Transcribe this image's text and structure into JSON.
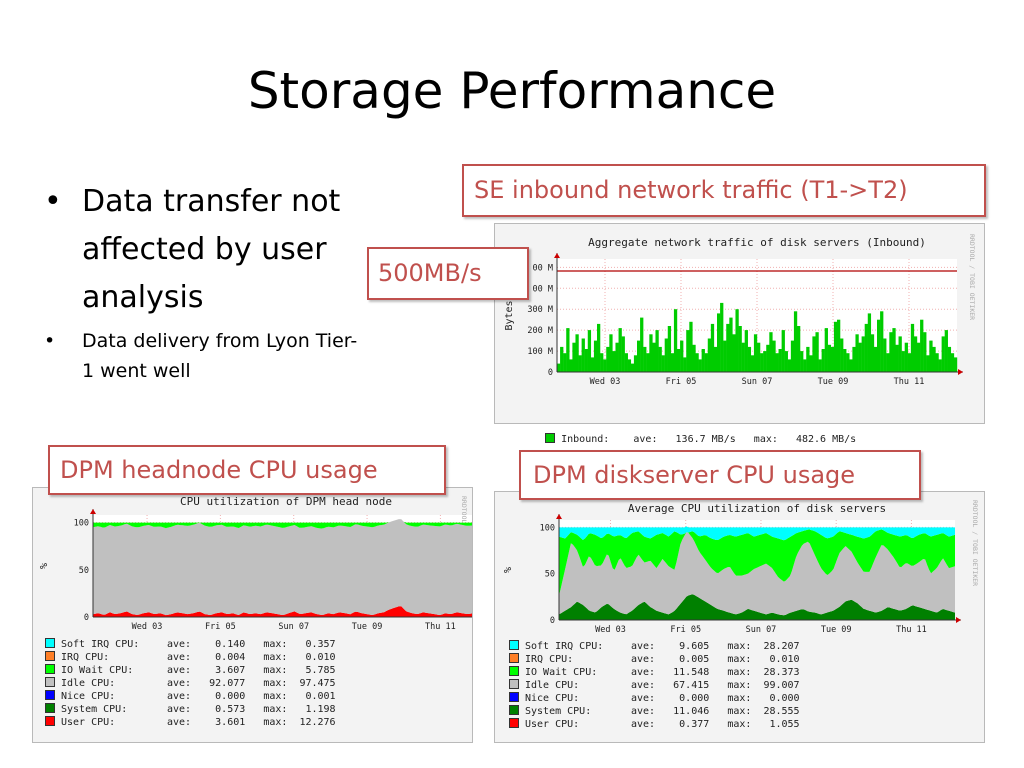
{
  "slide": {
    "title": "Storage Performance",
    "bullets": [
      {
        "text": "Data transfer  not affected by user analysis",
        "marker": "•"
      },
      {
        "text": "Data delivery from Lyon Tier-1 went well",
        "marker": "•"
      }
    ],
    "callouts": {
      "se_inbound": "SE inbound network traffic (T1->T2)",
      "rate": "500MB/s",
      "headnode": "DPM headnode CPU usage",
      "diskserver": "DPM diskserver CPU usage"
    },
    "colors": {
      "callout": "#c0504d"
    }
  },
  "chart_data": [
    {
      "type": "area",
      "title": "Aggregate network traffic of disk servers (Inbound)",
      "ylabel": "Bytes",
      "watermark": "RRDTOOL / TOBI OETIKER",
      "y_ticks": [
        "00 M",
        "00 M",
        "300 M",
        "200 M",
        "100 M",
        "0"
      ],
      "y_tick_values": [
        500,
        400,
        300,
        200,
        100,
        0
      ],
      "ylim": [
        0,
        540
      ],
      "x_ticks": [
        "Wed 03",
        "Fri 05",
        "Sun 07",
        "Tue 09",
        "Thu 11"
      ],
      "threshold": 482.6,
      "series": [
        {
          "name": "Inbound:",
          "color": "#00cc00",
          "values": [
            40,
            120,
            90,
            210,
            60,
            140,
            180,
            80,
            160,
            110,
            200,
            70,
            150,
            230,
            90,
            60,
            120,
            180,
            100,
            140,
            210,
            170,
            90,
            60,
            40,
            80,
            150,
            260,
            120,
            90,
            180,
            140,
            200,
            120,
            80,
            160,
            220,
            90,
            300,
            110,
            150,
            70,
            200,
            240,
            130,
            90,
            60,
            110,
            90,
            160,
            230,
            120,
            280,
            330,
            150,
            230,
            260,
            180,
            300,
            220,
            140,
            200,
            120,
            80,
            180,
            140,
            90,
            100,
            130,
            190,
            150,
            90,
            110,
            200,
            100,
            60,
            150,
            290,
            220,
            100,
            60,
            120,
            80,
            170,
            190,
            60,
            110,
            210,
            130,
            120,
            240,
            250,
            160,
            110,
            90,
            60,
            120,
            180,
            140,
            170,
            230,
            280,
            180,
            120,
            250,
            290,
            160,
            90,
            190,
            210,
            130,
            170,
            100,
            140,
            90,
            230,
            170,
            140,
            250,
            190,
            80,
            150,
            120,
            90,
            60,
            170,
            200,
            120,
            90,
            70
          ]
        }
      ],
      "legend": [
        {
          "label": "Inbound:",
          "stats": "ave:   136.7 MB/s   max:   482.6 MB/s",
          "color": "#00cc00"
        }
      ]
    },
    {
      "type": "area",
      "title": "CPU utilization of DPM head node",
      "ylabel": "%",
      "watermark": "RRDTOOL / TOBI OETIKER",
      "y_ticks": [
        "100",
        "50",
        "0"
      ],
      "y_tick_values": [
        100,
        50,
        0
      ],
      "ylim": [
        0,
        108
      ],
      "x_ticks": [
        "Wed 03",
        "Fri 05",
        "Sun 07",
        "Tue 09",
        "Thu 11"
      ],
      "series": [
        {
          "name": "User CPU:",
          "color": "#ff0000",
          "values": [
            3,
            4,
            2,
            5,
            3,
            4,
            6,
            3,
            2,
            4,
            5,
            3,
            4,
            2,
            3,
            5,
            4,
            3,
            4,
            6,
            3,
            2,
            4,
            5,
            3,
            4,
            2,
            5,
            3,
            4,
            3,
            5,
            4,
            3,
            2,
            4,
            6,
            3,
            4,
            5,
            3,
            2,
            4,
            3,
            5,
            4,
            3,
            6,
            4,
            3,
            2,
            4,
            5,
            8,
            10,
            12,
            6,
            4,
            3,
            5,
            4,
            3,
            2,
            4,
            3,
            5,
            4,
            3,
            4,
            3
          ]
        },
        {
          "name": "Idle CPU:",
          "color": "#c0c0c0",
          "values": [
            92,
            93,
            92,
            94,
            92,
            93,
            91,
            92,
            93,
            92,
            94,
            93
          ]
        },
        {
          "name": "IO Wait CPU:",
          "color": "#00ff00",
          "values": [
            4,
            3,
            4,
            3,
            5,
            3,
            4
          ]
        }
      ],
      "legend": [
        {
          "label": "Soft IRQ CPU:",
          "stats": "ave:    0.140   max:   0.357",
          "color": "#00ffff"
        },
        {
          "label": "IRQ CPU:",
          "stats": "ave:    0.004   max:   0.010",
          "color": "#ff7f27"
        },
        {
          "label": "IO Wait CPU:",
          "stats": "ave:    3.607   max:   5.785",
          "color": "#00ff00"
        },
        {
          "label": "Idle CPU:",
          "stats": "ave:   92.077   max:  97.475",
          "color": "#c0c0c0"
        },
        {
          "label": "Nice CPU:",
          "stats": "ave:    0.000   max:   0.001",
          "color": "#0000ff"
        },
        {
          "label": "System CPU:",
          "stats": "ave:    0.573   max:   1.198",
          "color": "#008000"
        },
        {
          "label": "User CPU:",
          "stats": "ave:    3.601   max:  12.276",
          "color": "#ff0000"
        }
      ]
    },
    {
      "type": "area",
      "title": "Average CPU utilization of disk servers",
      "ylabel": "%",
      "watermark": "RRDTOOL / TOBI OETIKER",
      "y_ticks": [
        "100",
        "50",
        "0"
      ],
      "y_tick_values": [
        100,
        50,
        0
      ],
      "ylim": [
        0,
        108
      ],
      "x_ticks": [
        "Wed 03",
        "Fri 05",
        "Sun 07",
        "Tue 09",
        "Thu 11"
      ],
      "series": [
        {
          "name": "System CPU:",
          "color": "#008000",
          "values": [
            6,
            10,
            14,
            20,
            16,
            10,
            8,
            14,
            18,
            12,
            8,
            6,
            10,
            16,
            20,
            14,
            10,
            8,
            6,
            10,
            18,
            26,
            28,
            24,
            20,
            16,
            12,
            10,
            8,
            6,
            8,
            12,
            10,
            8,
            6,
            8,
            6,
            5,
            8,
            10,
            12,
            9,
            8,
            6,
            8,
            10,
            14,
            20,
            22,
            18,
            12,
            10,
            8,
            10,
            14,
            12,
            10,
            12,
            16,
            14,
            12,
            10,
            8,
            12,
            10,
            8
          ]
        },
        {
          "name": "Idle CPU:",
          "color": "#c0c0c0",
          "values": [
            20,
            45,
            70,
            55,
            40,
            60,
            50,
            45,
            55,
            40,
            60,
            50,
            48,
            55,
            42,
            50,
            46,
            58,
            52,
            44,
            66,
            70,
            60,
            50,
            45,
            40,
            38,
            45,
            50,
            42,
            40,
            38,
            45,
            50,
            55,
            48,
            40,
            36,
            40,
            60,
            70,
            76,
            62,
            50,
            40,
            44,
            58,
            60,
            52,
            44,
            40,
            42,
            60,
            72,
            62,
            55,
            46,
            50,
            42,
            48,
            55,
            40,
            48,
            55,
            46,
            50
          ]
        },
        {
          "name": "Soft IRQ CPU:",
          "color": "#00ffff",
          "values": [
            10,
            12,
            5,
            8,
            14,
            6,
            8,
            12,
            6,
            10,
            8,
            12,
            6,
            4,
            10,
            12,
            8,
            6,
            10,
            4,
            8,
            6,
            4,
            10,
            8,
            12,
            14,
            10,
            8,
            10,
            8,
            6,
            10,
            8,
            6,
            10,
            12,
            14,
            10,
            6,
            4,
            2,
            4,
            8,
            12,
            10,
            4,
            6,
            8,
            10,
            12,
            10,
            4,
            2,
            6,
            8,
            10,
            8,
            12,
            8,
            6,
            10,
            8,
            6,
            10,
            8
          ]
        }
      ],
      "legend": [
        {
          "label": "Soft IRQ CPU:",
          "stats": "ave:    9.605   max:  28.207",
          "color": "#00ffff"
        },
        {
          "label": "IRQ CPU:",
          "stats": "ave:    0.005   max:   0.010",
          "color": "#ff7f27"
        },
        {
          "label": "IO Wait CPU:",
          "stats": "ave:   11.548   max:  28.373",
          "color": "#00ff00"
        },
        {
          "label": "Idle CPU:",
          "stats": "ave:   67.415   max:  99.007",
          "color": "#c0c0c0"
        },
        {
          "label": "Nice CPU:",
          "stats": "ave:    0.000   max:   0.000",
          "color": "#0000ff"
        },
        {
          "label": "System CPU:",
          "stats": "ave:   11.046   max:  28.555",
          "color": "#008000"
        },
        {
          "label": "User CPU:",
          "stats": "ave:    0.377   max:   1.055",
          "color": "#ff0000"
        }
      ]
    }
  ]
}
